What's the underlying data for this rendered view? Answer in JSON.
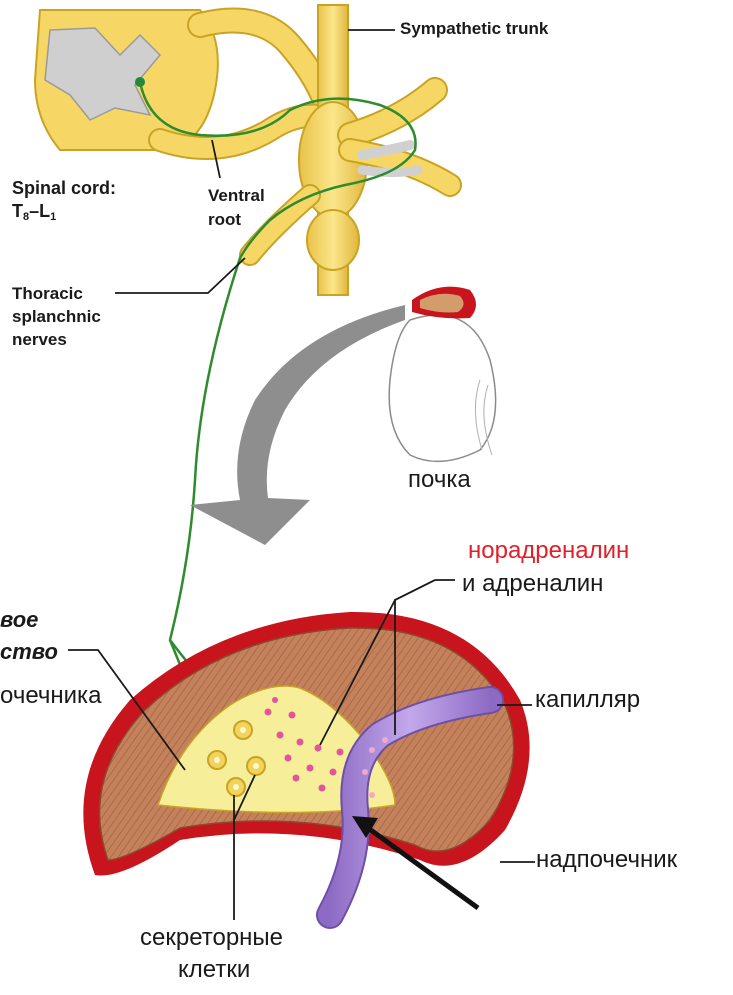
{
  "labels": {
    "sympathetic_trunk": "Sympathetic trunk",
    "spinal_cord_line1": "Spinal cord:",
    "spinal_cord_T": "T",
    "spinal_cord_T_sub": "8",
    "spinal_cord_dash": "–L",
    "spinal_cord_L_sub": "1",
    "ventral_line1": "Ventral",
    "ventral_line2": "root",
    "thoracic_line1": "Thoracic",
    "thoracic_line2": "splanchnic",
    "thoracic_line3": "nerves",
    "kidney": "почка",
    "noradrenaline": "норадреналин",
    "adrenaline": "и адреналин",
    "medulla_line1": "вое",
    "medulla_line2": "ство",
    "medulla_line3": "очечника",
    "capillary": "капилляр",
    "adrenal_gland": "надпочечник",
    "secretory_line1": "секреторные",
    "secretory_line2": "клетки"
  },
  "colors": {
    "nerve": "#f2d35c",
    "nerve_outline": "#c9a424",
    "spinal_gray": "#c8c8c8",
    "axon": "#2e8b2e",
    "cortex_brown": "#b5704c",
    "capsule_red": "#c8141c",
    "medulla_yellow": "#f7ee9a",
    "capillary": "#a98ad6",
    "granule": "#e0569a",
    "arrow_gray": "#8e8e8e",
    "label_red": "#e0202a"
  }
}
